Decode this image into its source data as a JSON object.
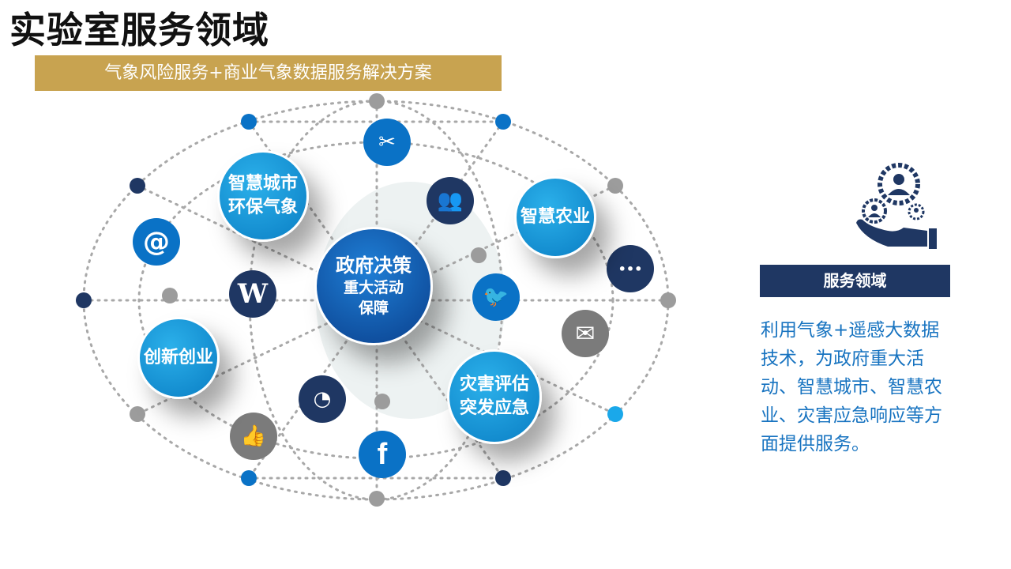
{
  "title": "实验室服务领域",
  "banner": "气象风险服务+商业气象数据服务解决方案",
  "bubbles": {
    "city": [
      "智慧城市",
      "环保气象"
    ],
    "agri": "智慧农业",
    "gov": [
      "政府决策",
      "重大活动",
      "保障"
    ],
    "innov": "创新创业",
    "disaster": [
      "灾害评估",
      "突发应急"
    ]
  },
  "icons": [
    "tools-icon",
    "users-icon",
    "at-icon",
    "wordpress-icon",
    "twitter-icon",
    "chat-icon",
    "mail-icon",
    "rss-icon",
    "thumbs-up-icon",
    "facebook-icon"
  ],
  "glyphs": {
    "tools": "✂",
    "users": "👥",
    "at": "@",
    "wordpress": "W",
    "twitter": "🐦",
    "chat": "•••",
    "mail": "✉",
    "rss": "◔",
    "thumb": "👍",
    "facebook": "f"
  },
  "side": {
    "heading": "服务领域",
    "text": "利用气象+遥感大数据技术，为政府重大活动、智慧城市、智慧农业、灾害应急响应等方面提供服务。"
  },
  "colors": {
    "gold": "#c8a350",
    "navy": "#1f3763",
    "blue": "#0a72c6",
    "text_blue": "#1773c0"
  }
}
